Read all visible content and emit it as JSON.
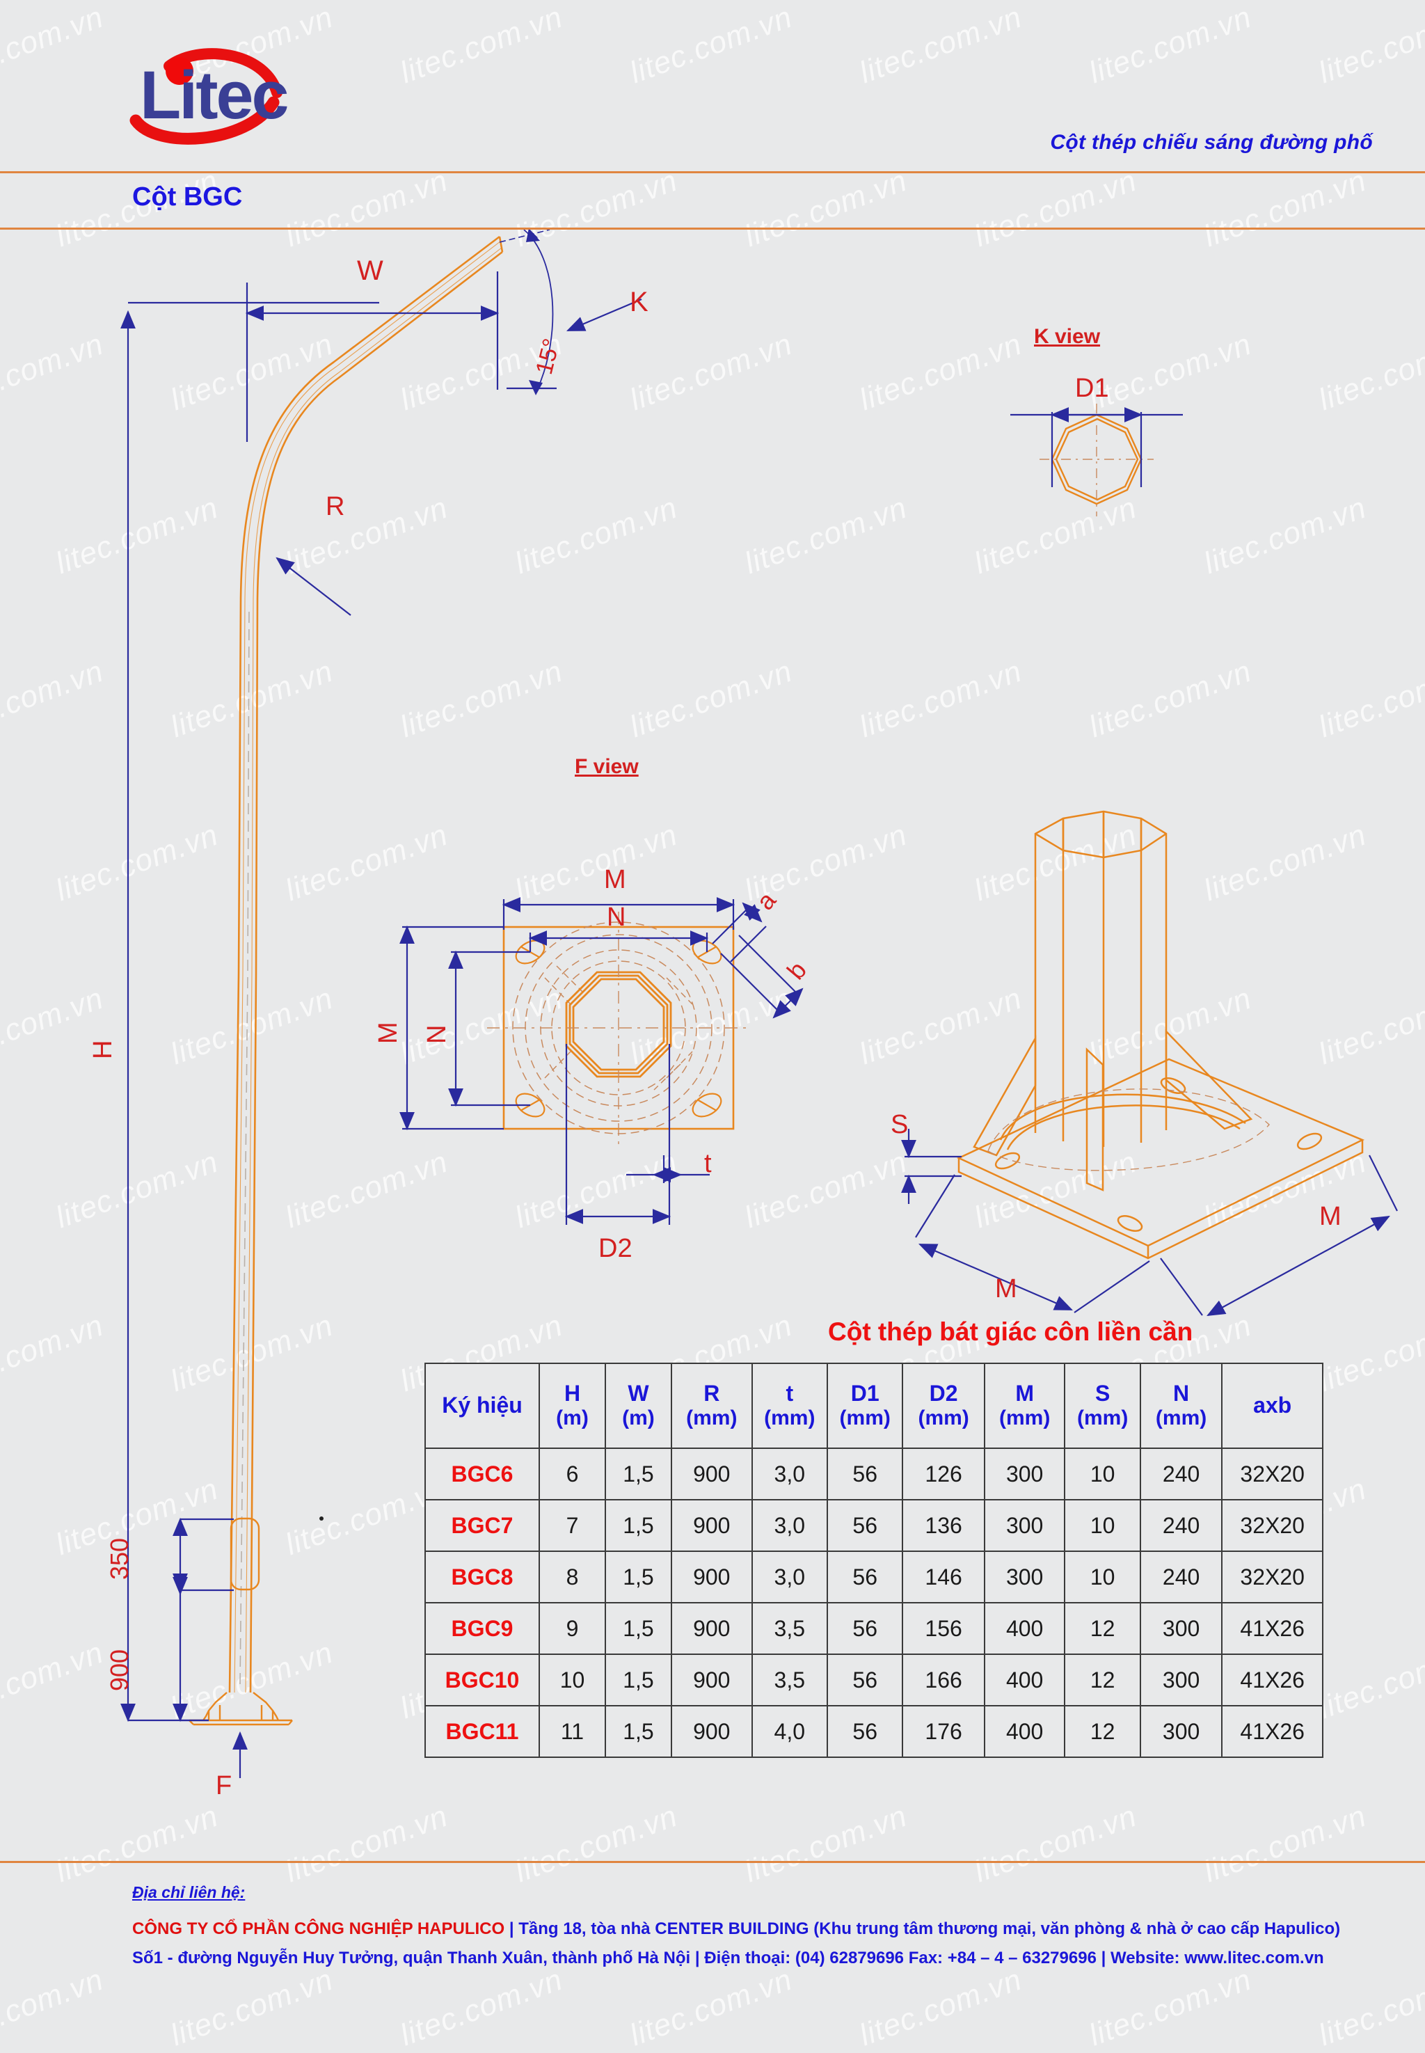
{
  "header": {
    "logo_text": "Litec",
    "subtitle": "Cột thép chiếu sáng đường phố",
    "page_title": "Cột BGC"
  },
  "views": {
    "k_view_title": "K view",
    "f_view_title": "F view"
  },
  "drawing_labels": {
    "W": "W",
    "K": "K",
    "R": "R",
    "H": "H",
    "F": "F",
    "angle": "15°",
    "D1": "D1",
    "D2": "D2",
    "M": "M",
    "N": "N",
    "S": "S",
    "t": "t",
    "a": "a",
    "b": "b",
    "dim_350": "350",
    "dim_900": "900"
  },
  "table": {
    "title": "Cột thép bát giác côn liền cần",
    "headers": [
      {
        "sym": "Ký hiệu",
        "unit": ""
      },
      {
        "sym": "H",
        "unit": "(m)"
      },
      {
        "sym": "W",
        "unit": "(m)"
      },
      {
        "sym": "R",
        "unit": "(mm)"
      },
      {
        "sym": "t",
        "unit": "(mm)"
      },
      {
        "sym": "D1",
        "unit": "(mm)"
      },
      {
        "sym": "D2",
        "unit": "(mm)"
      },
      {
        "sym": "M",
        "unit": "(mm)"
      },
      {
        "sym": "S",
        "unit": "(mm)"
      },
      {
        "sym": "N",
        "unit": "(mm)"
      },
      {
        "sym": "axb",
        "unit": ""
      }
    ],
    "rows": [
      [
        "BGC6",
        "6",
        "1,5",
        "900",
        "3,0",
        "56",
        "126",
        "300",
        "10",
        "240",
        "32X20"
      ],
      [
        "BGC7",
        "7",
        "1,5",
        "900",
        "3,0",
        "56",
        "136",
        "300",
        "10",
        "240",
        "32X20"
      ],
      [
        "BGC8",
        "8",
        "1,5",
        "900",
        "3,0",
        "56",
        "146",
        "300",
        "10",
        "240",
        "32X20"
      ],
      [
        "BGC9",
        "9",
        "1,5",
        "900",
        "3,5",
        "56",
        "156",
        "400",
        "12",
        "300",
        "41X26"
      ],
      [
        "BGC10",
        "10",
        "1,5",
        "900",
        "3,5",
        "56",
        "166",
        "400",
        "12",
        "300",
        "41X26"
      ],
      [
        "BGC11",
        "11",
        "1,5",
        "900",
        "4,0",
        "56",
        "176",
        "400",
        "12",
        "300",
        "41X26"
      ]
    ]
  },
  "footer": {
    "label": "Địa chỉ liên hệ:",
    "company": "CÔNG TY CỔ PHẦN CÔNG NGHIỆP HAPULICO",
    "line1_rest": "|   Tầng 18, tòa nhà CENTER BUILDING (Khu trung tâm thương mại, văn phòng & nhà ở cao cấp Hapulico)",
    "line2": "Số1 - đường Nguyễn Huy Tưởng, quận Thanh Xuân, thành phố Hà Nội   |   Điện thoại: (04) 62879696    Fax: +84 – 4 – 63279696   |   Website: www.litec.com.vn"
  },
  "watermark": {
    "text": "litec.com.vn"
  },
  "colors": {
    "background": "#e8e9ea",
    "rule": "#e08540",
    "brand_blue": "#1a16d8",
    "brand_red": "#ee1111",
    "drawing_orange": "#e8871f",
    "dimension_blue": "#2a2a9e"
  }
}
